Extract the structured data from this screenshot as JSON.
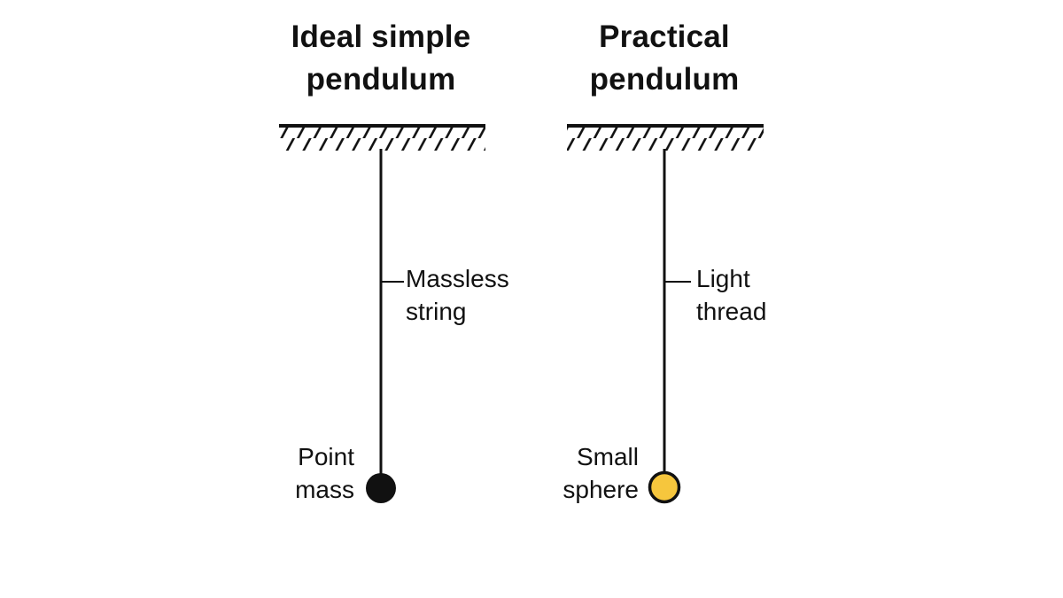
{
  "colors": {
    "background": "#ffffff",
    "ink": "#111111",
    "sphere_fill": "#f6c63d",
    "sphere_stroke": "#111111"
  },
  "left_pendulum": {
    "title": "Ideal simple\npendulum",
    "string_label": "Massless\nstring",
    "bob_label": "Point\nmass"
  },
  "right_pendulum": {
    "title": "Practical\npendulum",
    "string_label": "Light\nthread",
    "bob_label": "Small\nsphere"
  }
}
